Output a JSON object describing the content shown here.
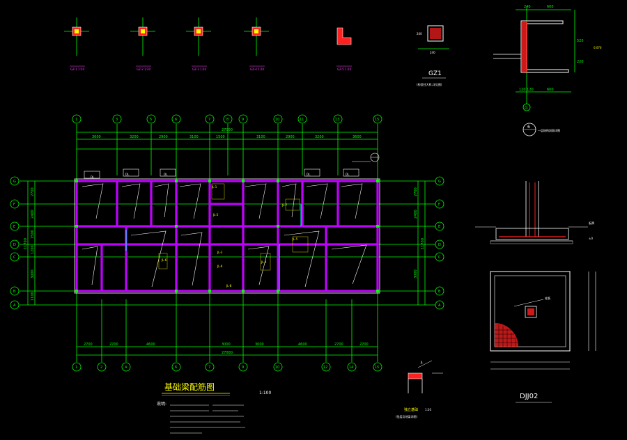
{
  "drawing": {
    "title": "基础梁配筋图",
    "scale": "1:100",
    "notes_heading": "说明:",
    "gz_label": "GZ1",
    "gz_sub": "(构造柱大样,详见图)",
    "footing_label": "DJJ02",
    "foundation_caption": "独立基础",
    "foundation_scale": "1:20",
    "detail_circle": "6",
    "detail_caption": "一层结构剖面详图",
    "axis_g_letter": "G",
    "small_label": "板厚"
  },
  "axes": {
    "top_numbers": [
      "1",
      "3",
      "5",
      "6",
      "7",
      "8",
      "9",
      "10",
      "11",
      "13",
      "15"
    ],
    "bottom_numbers": [
      "1",
      "2",
      "4",
      "6",
      "7",
      "9",
      "10",
      "12",
      "14",
      "15"
    ],
    "letters": [
      "G",
      "F",
      "E",
      "D",
      "C",
      "B",
      "A"
    ]
  },
  "dims": {
    "top_total": "27000",
    "top_row1": [
      "3600",
      "3200",
      "2900",
      "3100",
      "1500",
      "3100",
      "2900",
      "3200",
      "3600"
    ],
    "bottom_total": "27000",
    "bottom_row": [
      "2700",
      "2700",
      "4600",
      "3000",
      "3000",
      "4600",
      "2700",
      "2700"
    ],
    "left_total": "11700",
    "right_total": "11700",
    "side_dims": [
      "2700",
      "2400",
      "1500",
      "1200",
      "3000",
      "1100"
    ]
  },
  "colors": {
    "grid": "#00ff00",
    "beam": "#c000ff",
    "text_yellow": "#ffff00",
    "text_magenta": "#ff40ff",
    "rebar_red": "#ff2020",
    "background": "#000000"
  }
}
